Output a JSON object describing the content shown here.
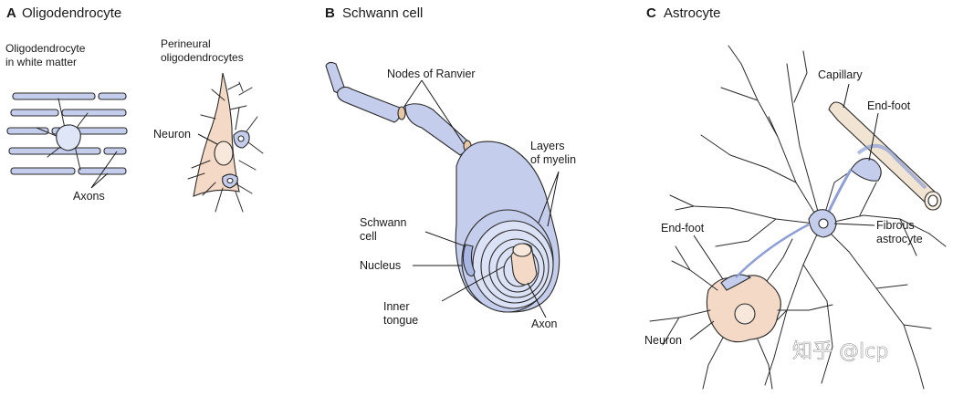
{
  "panels": {
    "a": {
      "letter": "A",
      "title": "Oligodendrocyte",
      "labels": {
        "white_matter_line1": "Oligodendrocyte",
        "white_matter_line2": "in white matter",
        "perineural_line1": "Perineural",
        "perineural_line2": "oligodendrocytes",
        "neuron": "Neuron",
        "axons": "Axons"
      }
    },
    "b": {
      "letter": "B",
      "title": "Schwann cell",
      "labels": {
        "nodes_of_ranvier": "Nodes of Ranvier",
        "layers_line1": "Layers",
        "layers_line2": "of myelin",
        "schwann_line1": "Schwann",
        "schwann_line2": "cell",
        "nucleus": "Nucleus",
        "inner_line1": "Inner",
        "inner_line2": "tongue",
        "axon": "Axon"
      }
    },
    "c": {
      "letter": "C",
      "title": "Astrocyte",
      "labels": {
        "capillary": "Capillary",
        "end_foot_top": "End-foot",
        "fibrous_line1": "Fibrous",
        "fibrous_line2": "astrocyte",
        "end_foot_left": "End-foot",
        "neuron": "Neuron"
      }
    }
  },
  "watermark": "知乎 @lcp",
  "colors": {
    "myelin_blue": "#c4cdec",
    "cell_body_pink": "#f4d9c6",
    "capillary_tan": "#f1e4d3",
    "outline": "#2a2a2a"
  }
}
